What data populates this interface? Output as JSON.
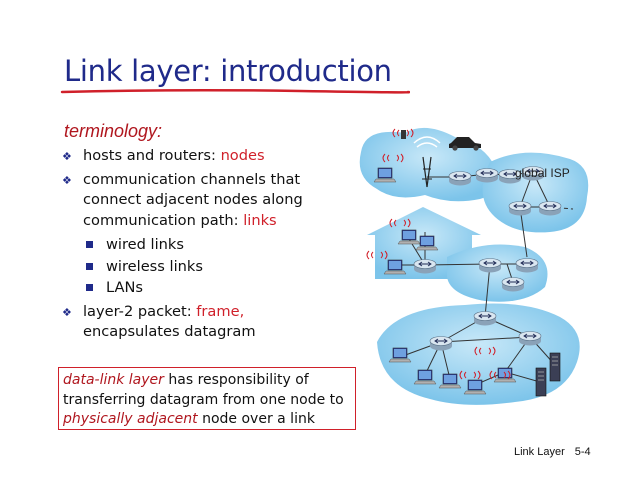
{
  "slide": {
    "title": "Link layer: introduction",
    "terminology_heading": "terminology:",
    "bullets": [
      {
        "lead": "hosts and routers: ",
        "highlight": "nodes"
      },
      {
        "lead": "communication channels that connect adjacent nodes along communication path: ",
        "highlight": "links",
        "sub": [
          "wired links",
          "wireless links",
          "LANs"
        ]
      },
      {
        "lead": "layer-2 packet: ",
        "highlight": "frame,",
        "tail": "encapsulates datagram"
      }
    ],
    "definition": {
      "term": "data-link layer",
      "part1": " has responsibility of transferring datagram from one node to ",
      "emph": "physically adjacent",
      "part2": " node over a link"
    },
    "diagram": {
      "isp_label": "global ISP"
    },
    "footer": {
      "label": "Link Layer",
      "page": "5-4"
    }
  },
  "colors": {
    "title": "#1f2a8a",
    "accent_red": "#d0202a",
    "network_blue": "#7cc4ea"
  },
  "icons": [
    "router-icon",
    "laptop-icon",
    "server-icon",
    "cell-tower-icon",
    "car-icon",
    "house-icon",
    "wireless-signal-icon"
  ]
}
